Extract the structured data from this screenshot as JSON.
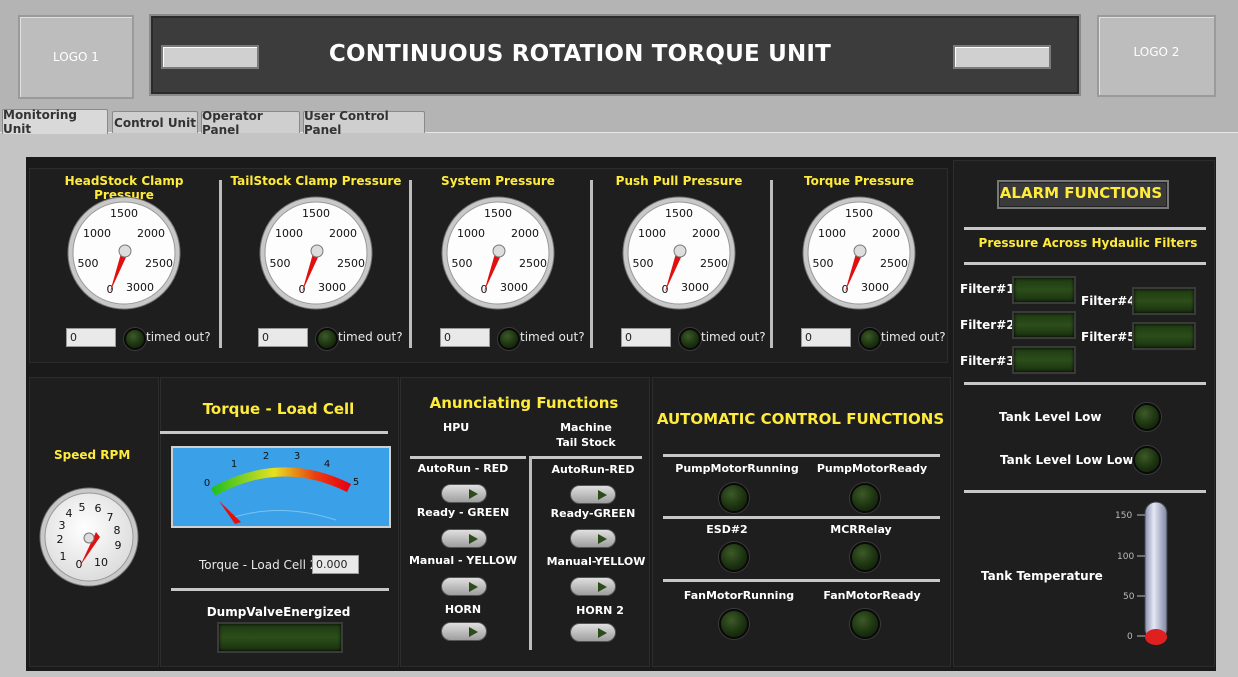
{
  "header": {
    "logo1": "LOGO 1",
    "logo2": "LOGO 2",
    "title": "CONTINUOUS ROTATION TORQUE UNIT"
  },
  "tabs": [
    {
      "label": "Monitoring Unit",
      "active": true
    },
    {
      "label": "Control Unit",
      "active": false
    },
    {
      "label": "Operator Panel",
      "active": false
    },
    {
      "label": "User Control Panel",
      "active": false
    }
  ],
  "pressure_gauges": [
    {
      "title": "HeadStock Clamp Pressure",
      "value": "0",
      "timeout_label": "timed out?",
      "ticks": [
        "500",
        "1000",
        "1500",
        "2000",
        "2500",
        "3000",
        "0"
      ]
    },
    {
      "title": "TailStock Clamp Pressure",
      "value": "0",
      "timeout_label": "timed out?",
      "ticks": [
        "500",
        "1000",
        "1500",
        "2000",
        "2500",
        "3000",
        "0"
      ]
    },
    {
      "title": "System Pressure",
      "value": "0",
      "timeout_label": "timed out?",
      "ticks": [
        "500",
        "1000",
        "1500",
        "2000",
        "2500",
        "3000",
        "0"
      ]
    },
    {
      "title": "Push Pull Pressure",
      "value": "0",
      "timeout_label": "timed out?",
      "ticks": [
        "500",
        "1000",
        "1500",
        "2000",
        "2500",
        "3000",
        "0"
      ]
    },
    {
      "title": "Torque Pressure",
      "value": "0",
      "timeout_label": "timed out?",
      "ticks": [
        "500",
        "1000",
        "1500",
        "2000",
        "2500",
        "3000",
        "0"
      ]
    }
  ],
  "alarm": {
    "title": "ALARM FUNCTIONS",
    "subtitle": "Pressure Across Hydaulic Filters",
    "filters": [
      "Filter#1",
      "Filter#2",
      "Filter#3",
      "Filter#4",
      "Filter#5"
    ],
    "tank_low": "Tank Level Low",
    "tank_low_low": "Tank Level Low Low",
    "tank_temp": "Tank Temperature",
    "thermo_ticks": [
      "150",
      "100",
      "50",
      "0"
    ]
  },
  "speed": {
    "title": "Speed RPM",
    "ticks": [
      "1",
      "2",
      "3",
      "4",
      "5",
      "6",
      "7",
      "8",
      "9",
      "10",
      "0"
    ]
  },
  "torque": {
    "title": "Torque - Load Cell",
    "ticks": [
      "0",
      "1",
      "2",
      "3",
      "4",
      "5"
    ],
    "cell2_label": "Torque - Load Cell 2",
    "cell2_value": "0.000",
    "dump_label": "DumpValveEnergized"
  },
  "anunciating": {
    "title": "Anunciating Functions",
    "col1": "HPU",
    "col2_line1": "Machine",
    "col2_line2": "Tail Stock",
    "left": [
      "AutoRun - RED",
      "Ready - GREEN",
      "Manual - YELLOW",
      "HORN"
    ],
    "right": [
      "AutoRun-RED",
      "Ready-GREEN",
      "Manual-YELLOW",
      "HORN 2"
    ]
  },
  "automatic": {
    "title": "AUTOMATIC CONTROL FUNCTIONS",
    "items": [
      "PumpMotorRunning",
      "PumpMotorReady",
      "ESD#2",
      "MCRRelay",
      "FanMotorRunning",
      "FanMotorReady"
    ]
  }
}
